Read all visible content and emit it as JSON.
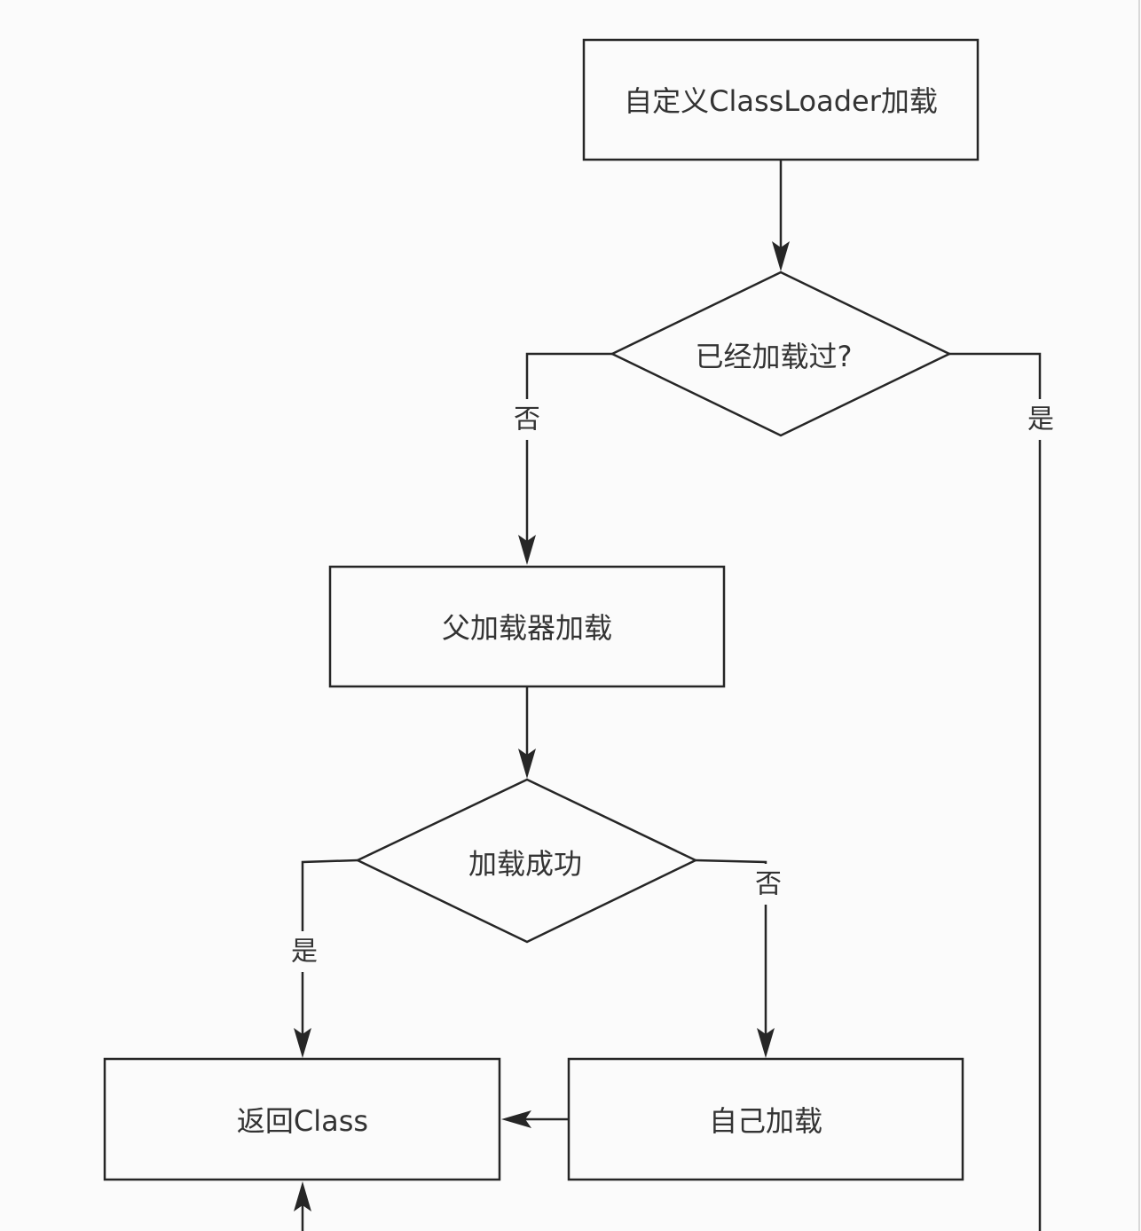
{
  "nodes": {
    "start": {
      "label": "自定义ClassLoader加载"
    },
    "check_loaded": {
      "label": "已经加载过?"
    },
    "parent_load": {
      "label": "父加载器加载"
    },
    "load_success": {
      "label": "加载成功"
    },
    "return_class": {
      "label": "返回Class"
    },
    "self_load": {
      "label": "自己加载"
    }
  },
  "edges": {
    "check_loaded_no": "否",
    "check_loaded_yes": "是",
    "load_success_yes": "是",
    "load_success_no": "否"
  },
  "colors": {
    "stroke": "#262626",
    "text": "#333333",
    "background": "#fbfbfb"
  }
}
